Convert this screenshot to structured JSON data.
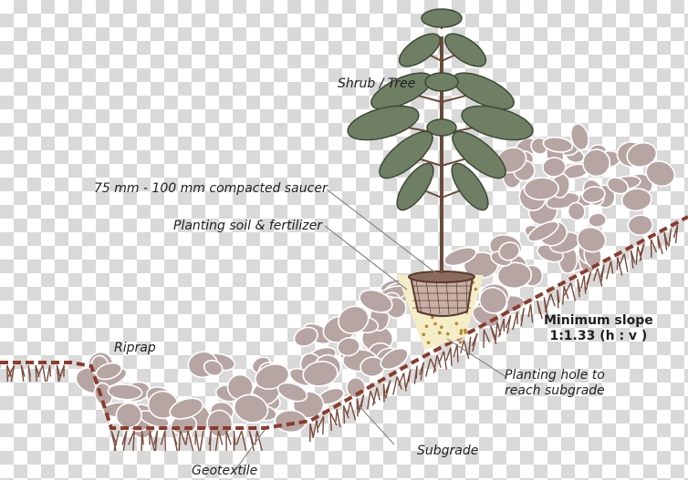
{
  "labels": {
    "shrub_tree": "Shrub / Tree",
    "compacted_saucer": "75 mm - 100 mm compacted saucer",
    "planting_soil": "Planting soil & fertilizer",
    "riprap": "Riprap",
    "minimum_slope_line1": "Minimum slope",
    "minimum_slope_line2": "1:1.33 (h : v )",
    "planting_hole_line1": "Planting hole  to",
    "planting_hole_line2": "reach subgrade",
    "subgrade": "Subgrade",
    "geotextile": "Geotextile"
  },
  "colors": {
    "rock_fill": "#b7a5a3",
    "rock_stroke": "#ffffff",
    "geotextile": "#8b3a2b",
    "roots": "#7a4a3a",
    "soil": "#f5ecc8",
    "soil_dots": "#b58b2a",
    "pot": "#c9b0a6",
    "pot_stroke": "#5a3a30",
    "leaf": "#6f7f64",
    "leaf_stroke": "#3c4a34",
    "stem": "#6b4a3a",
    "leader": "#888888"
  }
}
